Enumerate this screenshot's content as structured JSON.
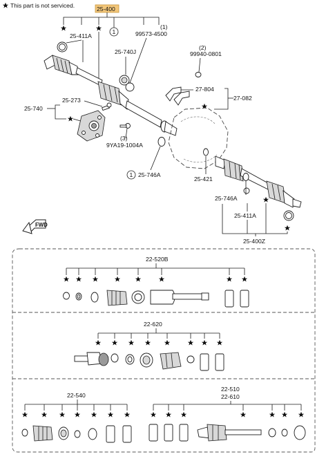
{
  "legend": {
    "star_symbol": "★",
    "text": "This part is not serviced."
  },
  "colors": {
    "highlight": "#f2c67a",
    "ink": "#1a1a1a",
    "shade": "#d8d8d8"
  },
  "labels": {
    "p_25_400": "25-400",
    "p_25_411a": "25-411A",
    "n_1_top": "(1)",
    "p_99573_4500": "99573-4500",
    "p_25_740j": "25-740J",
    "n_2": "(2)",
    "p_99940_0801": "99940-0801",
    "p_27_804": "27-804",
    "p_27_082": "27-082",
    "p_25_273": "25-273",
    "p_25_740": "25-740",
    "n_3": "(3)",
    "p_9ya19_1004a": "9YA19-1004A",
    "p_25_746a_left": "25-746A",
    "p_25_421": "25-421",
    "p_25_746a_right": "25-746A",
    "p_25_411a_right": "25-411A",
    "p_25_400z": "25-400Z",
    "circle_1": "1",
    "fwd": "FWD"
  },
  "kits": [
    {
      "id": "22_520b",
      "label": "22-520B"
    },
    {
      "id": "22_620",
      "label": "22-620"
    },
    {
      "id": "22_540",
      "label": "22-540"
    },
    {
      "id": "22_510",
      "label": "22-510"
    },
    {
      "id": "22_610",
      "label": "22-610"
    }
  ]
}
